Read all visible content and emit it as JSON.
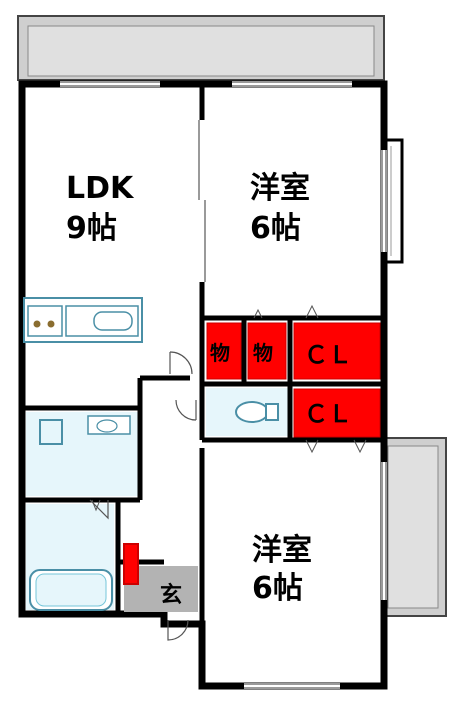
{
  "rooms": {
    "ldk": {
      "name": "LDK",
      "size": "9帖"
    },
    "bedroom_north": {
      "name": "洋室",
      "size": "6帖"
    },
    "bedroom_south": {
      "name": "洋室",
      "size": "6帖"
    }
  },
  "storage": {
    "mono_1": "物",
    "mono_2": "物",
    "closet_1": "ＣＬ",
    "closet_2": "ＣＬ"
  },
  "entrance": {
    "label": "玄"
  },
  "colors": {
    "wall": "#000000",
    "floor": "#ffffff",
    "storage_red": "#ff0000",
    "storage_border": "#cc0000",
    "wet_area": "#e6f6fb",
    "wet_line": "#76c6d9",
    "balcony": "#cfcfcf",
    "balcony_inner": "#e0e0e0",
    "entrance_floor": "#b3b3b3",
    "window": "#9a9a9a",
    "fixture_line": "#4a8fa6"
  },
  "icons": {
    "stove": "stove-icon",
    "sink": "sink-icon",
    "toilet": "toilet-icon",
    "bathtub": "bathtub-icon",
    "washbasin": "washbasin-icon",
    "washer": "washing-machine-icon",
    "shoe_cabinet": "shoe-cabinet-icon"
  }
}
